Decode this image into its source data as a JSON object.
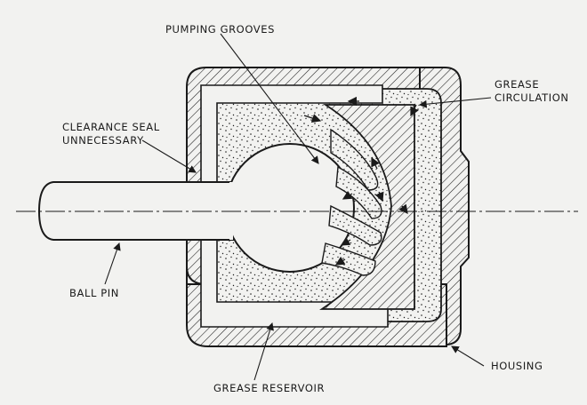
{
  "labels": {
    "pumping_grooves": "PUMPING GROOVES",
    "grease_circulation_1": "GREASE",
    "grease_circulation_2": "CIRCULATION",
    "clearance_seal_1": "CLEARANCE SEAL",
    "clearance_seal_2": "UNNECESSARY",
    "ball_pin": "BALL PIN",
    "housing": "HOUSING",
    "grease_reservoir": "GREASE RESERVOIR"
  },
  "colors": {
    "ink": "#1a1a1a",
    "paper": "#f2f2f0"
  }
}
